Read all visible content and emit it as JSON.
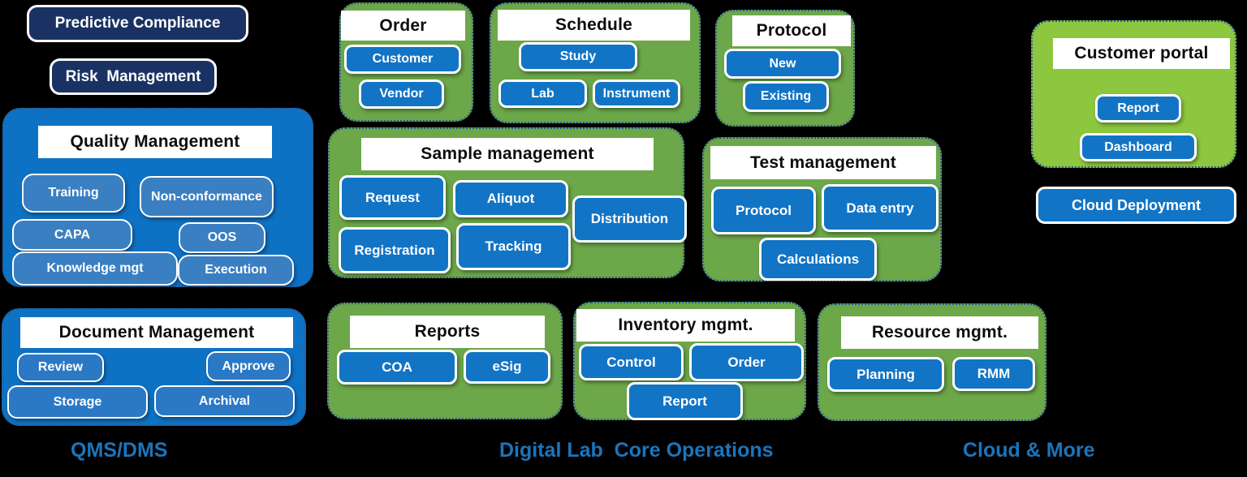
{
  "palette": {
    "background": "#000000",
    "navy_pill": "#1A3263",
    "blue_box": "#0E72C4",
    "blue_pill": "#1274C5",
    "green_box": "#6CA74A",
    "light_green_box": "#8DC63F",
    "footer_text": "#1B75BC",
    "title_bar": "#FFFFFF"
  },
  "standalone": {
    "predictive_compliance": "Predictive Compliance",
    "risk_management": "Risk  Management",
    "cloud_deployment": "Cloud Deployment"
  },
  "groups": {
    "quality_management": {
      "title": "Quality Management",
      "items": {
        "training": "Training",
        "non_conformance": "Non-conformance",
        "capa": "CAPA",
        "oos": "OOS",
        "knowledge_mgt": "Knowledge mgt",
        "execution": "Execution"
      }
    },
    "document_management": {
      "title": "Document Management",
      "items": {
        "review": "Review",
        "approve": "Approve",
        "storage": "Storage",
        "archival": "Archival"
      }
    },
    "order": {
      "title": "Order",
      "items": {
        "customer": "Customer",
        "vendor": "Vendor"
      }
    },
    "schedule": {
      "title": "Schedule",
      "items": {
        "study": "Study",
        "lab": "Lab",
        "instrument": "Instrument"
      }
    },
    "protocol": {
      "title": "Protocol",
      "items": {
        "new": "New",
        "existing": "Existing"
      }
    },
    "sample_management": {
      "title": "Sample management",
      "items": {
        "request": "Request",
        "aliquot": "Aliquot",
        "distribution": "Distribution",
        "registration": "Registration",
        "tracking": "Tracking"
      }
    },
    "test_management": {
      "title": "Test management",
      "items": {
        "protocol": "Protocol",
        "data_entry": "Data entry",
        "calculations": "Calculations"
      }
    },
    "reports": {
      "title": "Reports",
      "items": {
        "coa": "COA",
        "esig": "eSig"
      }
    },
    "inventory_management": {
      "title": "Inventory mgmt.",
      "items": {
        "control": "Control",
        "order": "Order",
        "report": "Report"
      }
    },
    "resource_management": {
      "title": "Resource mgmt.",
      "items": {
        "planning": "Planning",
        "rmm": "RMM"
      }
    },
    "customer_portal": {
      "title": "Customer portal",
      "items": {
        "report": "Report",
        "dashboard": "Dashboard"
      }
    }
  },
  "footer": {
    "qms_dms": "QMS/DMS",
    "digital_lab_core_operations": "Digital Lab  Core Operations",
    "cloud_and_more": "Cloud & More"
  }
}
